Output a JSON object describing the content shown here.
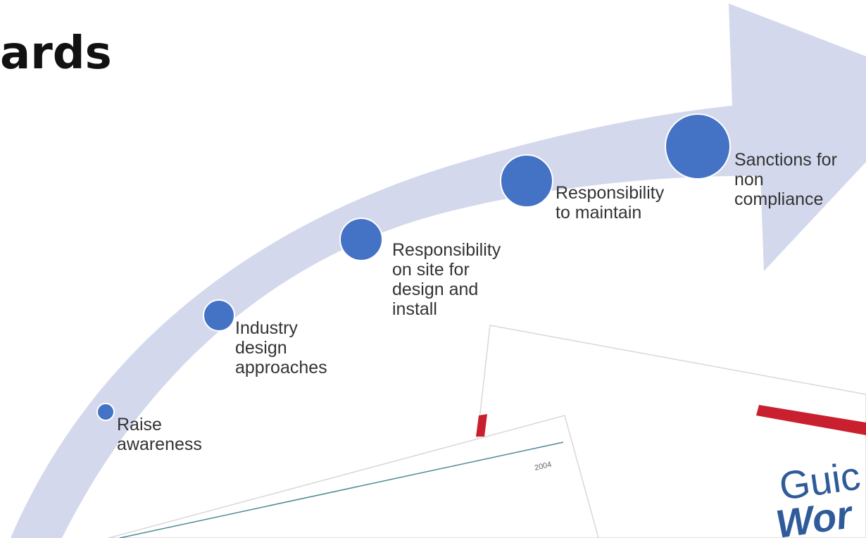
{
  "title": "ards",
  "steps": [
    {
      "label": "Raise\nawareness"
    },
    {
      "label": "Industry\ndesign\napproaches"
    },
    {
      "label": "Responsibility\non site for\ndesign and\ninstall"
    },
    {
      "label": "Responsibility\nto maintain"
    },
    {
      "label": "Sanctions for\nnon\ncompliance"
    }
  ],
  "documents": {
    "year": "2004",
    "cover_word_1": "Guic",
    "cover_word_2": "Wor"
  },
  "colors": {
    "arrow": "#d3d8ec",
    "circle": "#4472c4",
    "cover_red": "#c8202f",
    "cover_teal": "#4b8a95"
  }
}
